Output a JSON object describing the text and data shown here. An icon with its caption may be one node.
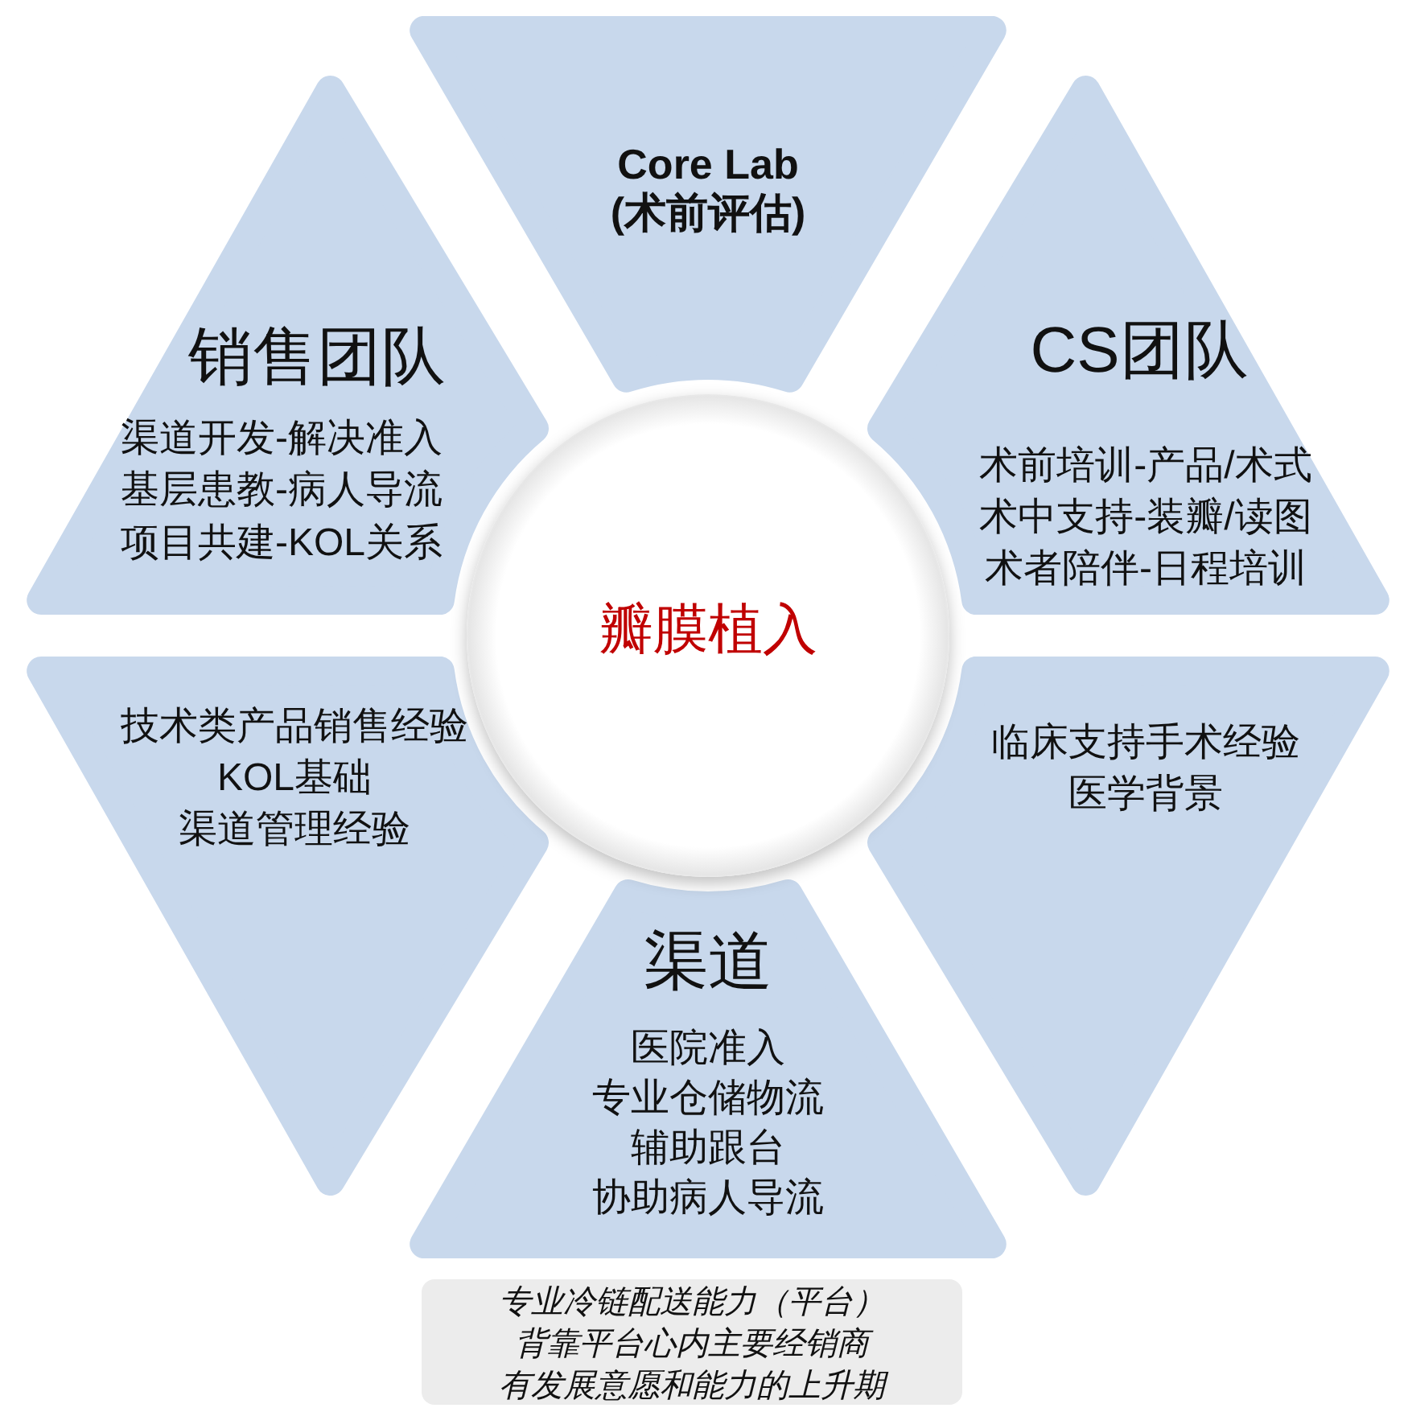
{
  "diagram": {
    "nodes": [
      {
        "text": [
          "Core Lab (术前评估)"
        ]
      },
      {
        "text": [
          "销售团队",
          "渠道开发-解决准入",
          "基层患教-病人导流",
          "项目共建-KOL关系"
        ]
      },
      {
        "text": [
          "CS团队",
          "术前培训-产品/术式",
          "术中支持-装瓣/读图",
          "术者陪伴-日程培训"
        ]
      },
      {
        "text": [
          "技术类产品销售经验",
          "KOL基础",
          "渠道管理经验"
        ]
      },
      {
        "text": [
          "临床支持手术经验",
          "医学背景"
        ]
      },
      {
        "text": [
          "渠道",
          "医院准入",
          "专业仓储物流",
          "辅助跟台",
          "协助病人导流"
        ]
      },
      {
        "text": [
          "瓣膜植入"
        ]
      },
      {
        "text": [
          "专业冷链配送能力（平台）",
          "背靠平台心内主要经销商",
          "有发展意愿和能力的上升期"
        ]
      }
    ],
    "edges": []
  }
}
